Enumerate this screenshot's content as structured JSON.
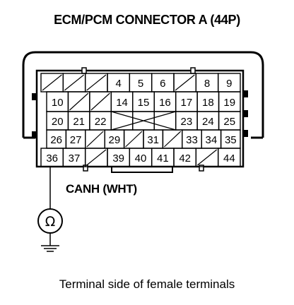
{
  "title": "ECM/PCM CONNECTOR A (44P)",
  "wire_label": "CANH (WHT)",
  "caption": "Terminal side of female terminals",
  "meter_symbol": "Ω",
  "rows": [
    [
      "",
      "",
      "",
      "4",
      "5",
      "6",
      "",
      "8",
      "9"
    ],
    [
      "10",
      "",
      "",
      "14",
      "15",
      "16",
      "17",
      "18",
      "19"
    ],
    [
      "20",
      "21",
      "22",
      "",
      "",
      "",
      "23",
      "24",
      "25"
    ],
    [
      "26",
      "27",
      "",
      "29",
      "",
      "31",
      "",
      "33",
      "34",
      "35"
    ],
    [
      "36",
      "37",
      "",
      "39",
      "40",
      "41",
      "42",
      "",
      "44"
    ]
  ]
}
